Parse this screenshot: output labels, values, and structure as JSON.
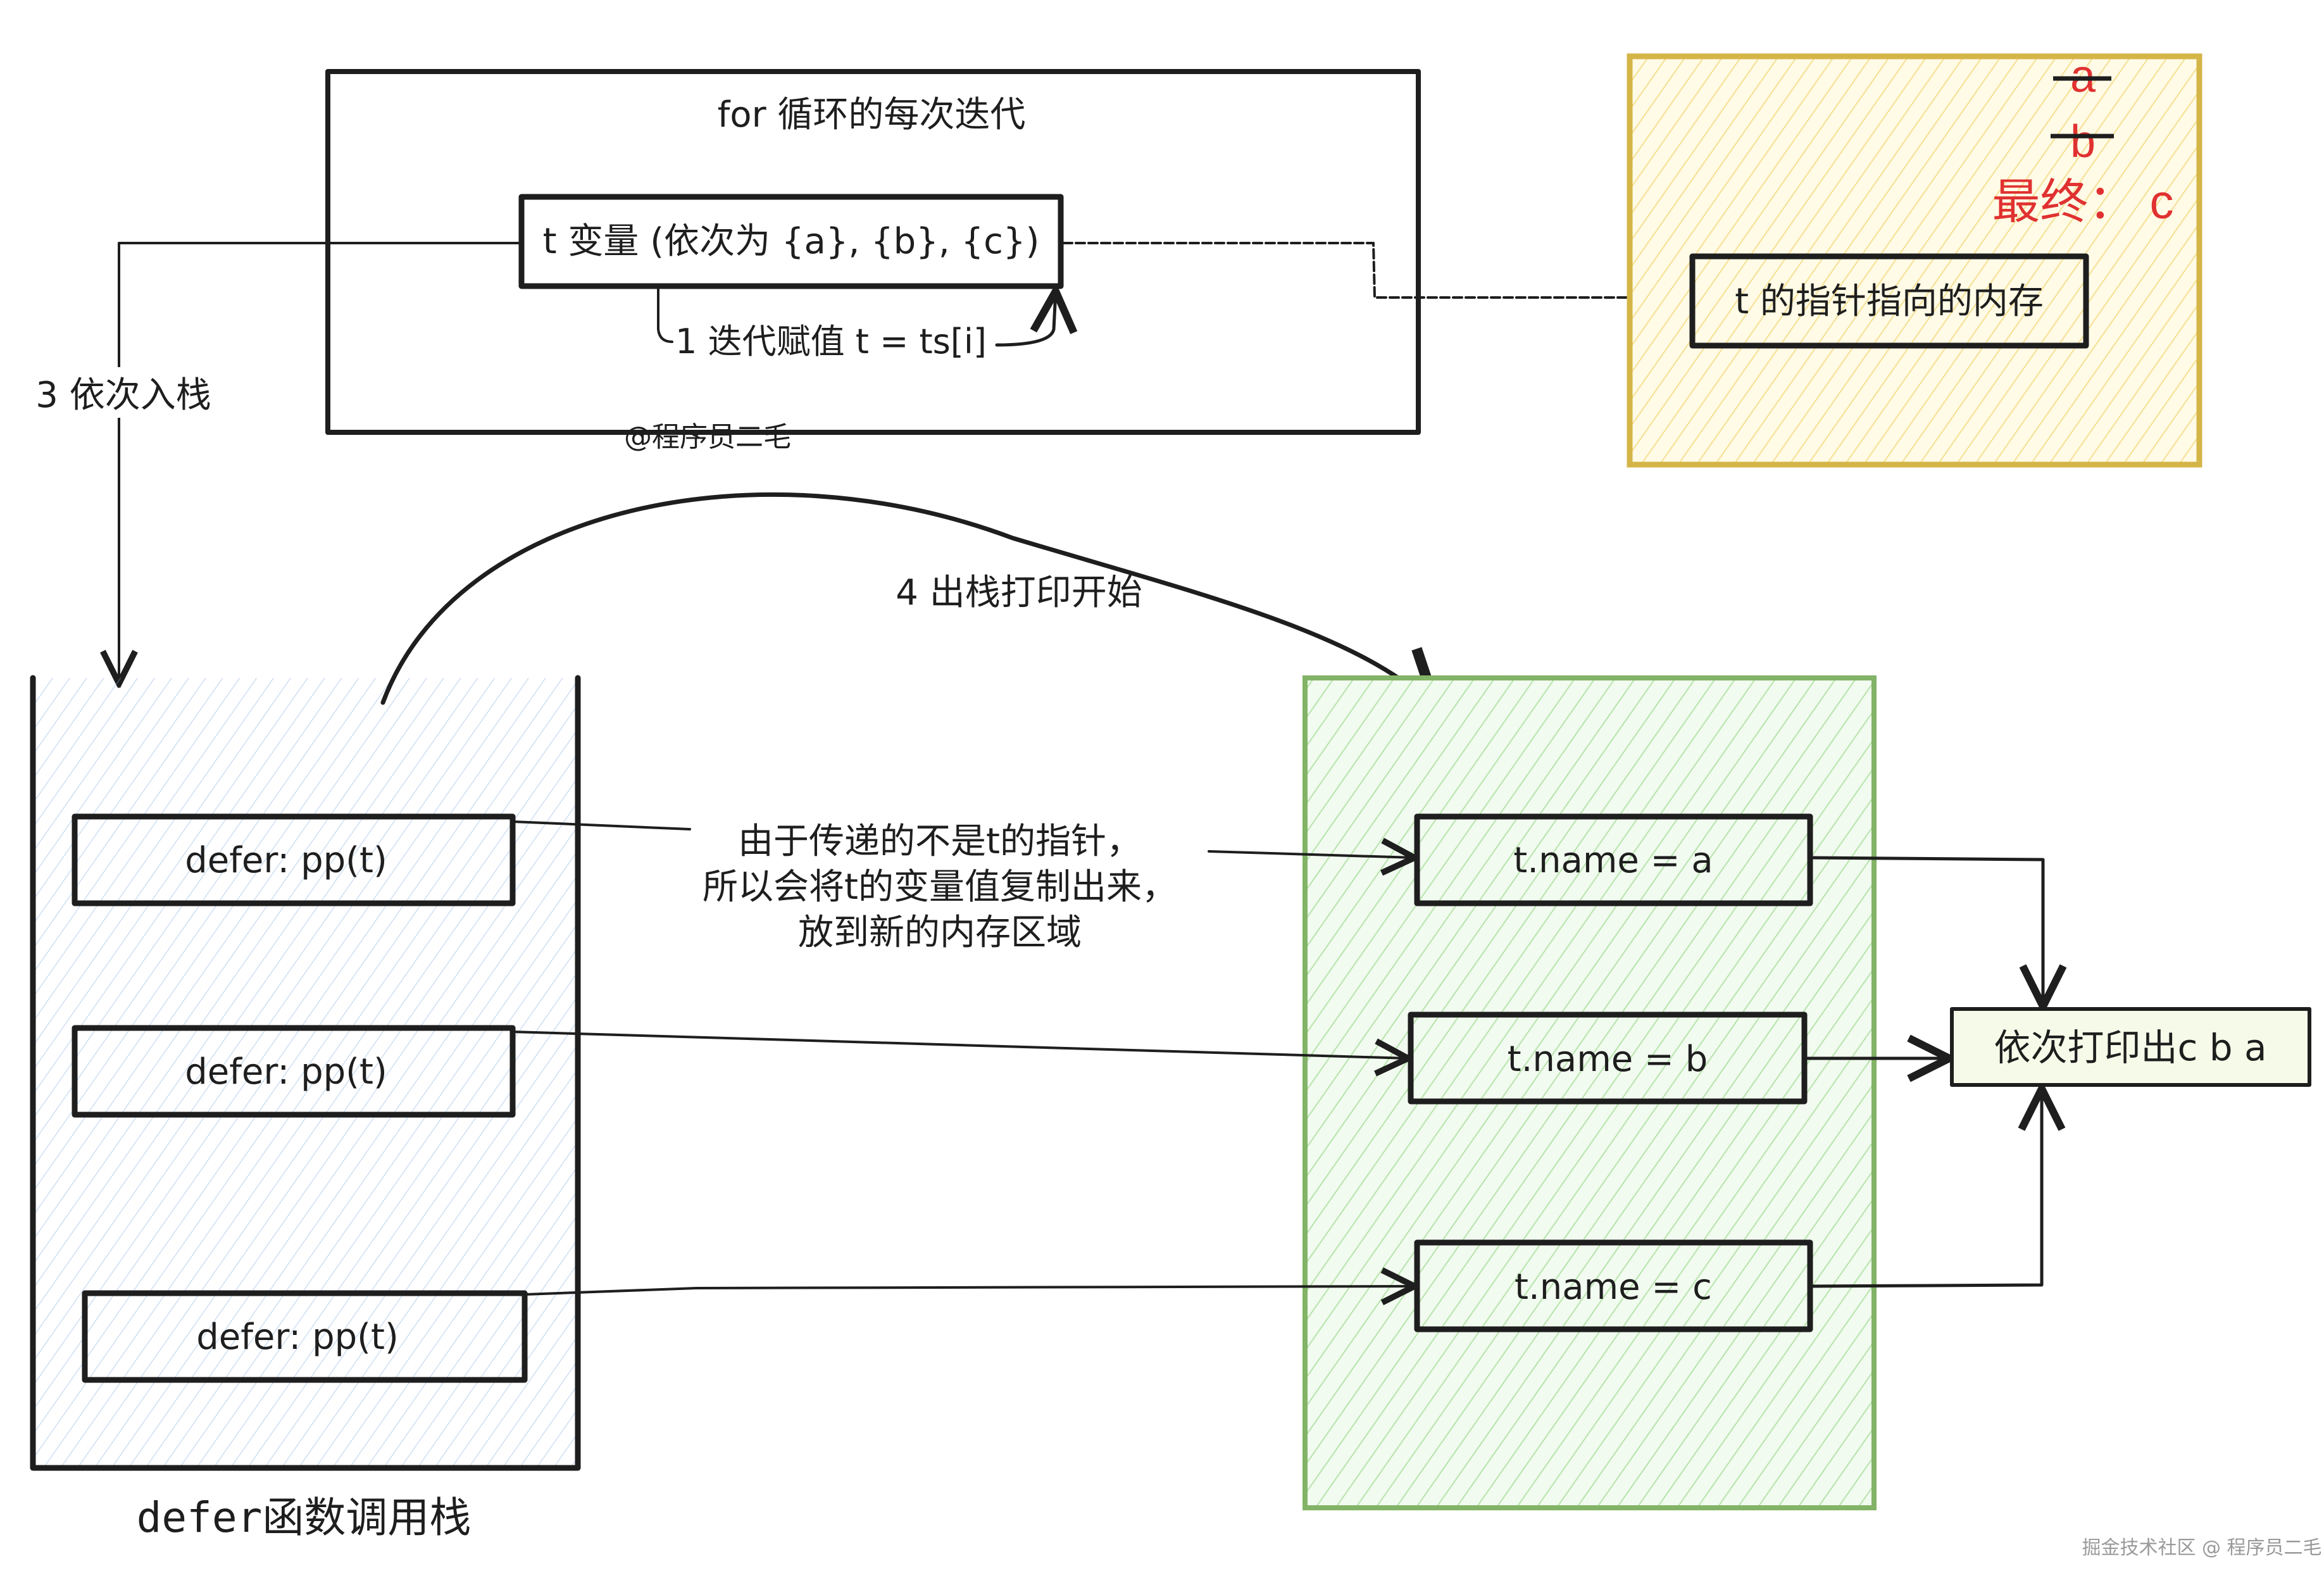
{
  "loop_box": {
    "title": "for 循环的每次迭代",
    "variable_label": "t 变量 (依次为 {a}, {b}, {c})",
    "assign_label": "1 迭代赋值 t = ts[i]",
    "watermark": "@程序员二毛"
  },
  "memory_box": {
    "struck_values": [
      "a",
      "b"
    ],
    "final_label": "最终：  c",
    "pointer_label": "t 的指针指向的内存",
    "fill_color": "#fff3bf",
    "stroke_color": "#d4b547"
  },
  "push_label": "3 依次入栈",
  "pop_label": "4 出栈打印开始",
  "defer_stack": {
    "title": "defer函数调用栈",
    "fill_color": "#a5c8f0",
    "items": [
      {
        "label": "defer: pp(t)"
      },
      {
        "label": "defer: pp(t)"
      },
      {
        "label": "defer: pp(t)"
      }
    ]
  },
  "explanation": [
    "由于传递的不是t的指针，",
    "所以会将t的变量值复制出来，",
    "放到新的内存区域"
  ],
  "copies": {
    "fill_color": "#b2f2bb",
    "stroke_color": "#82b366",
    "items": [
      {
        "label": "t.name = a"
      },
      {
        "label": "t.name = b"
      },
      {
        "label": "t.name = c"
      }
    ]
  },
  "result_label": "依次打印出c b a",
  "footer_watermark": "掘金技术社区 @ 程序员二毛",
  "colors": {
    "ink": "#1e1e1e",
    "accent_red": "#e03131",
    "result_fill": "#c0eb75"
  }
}
